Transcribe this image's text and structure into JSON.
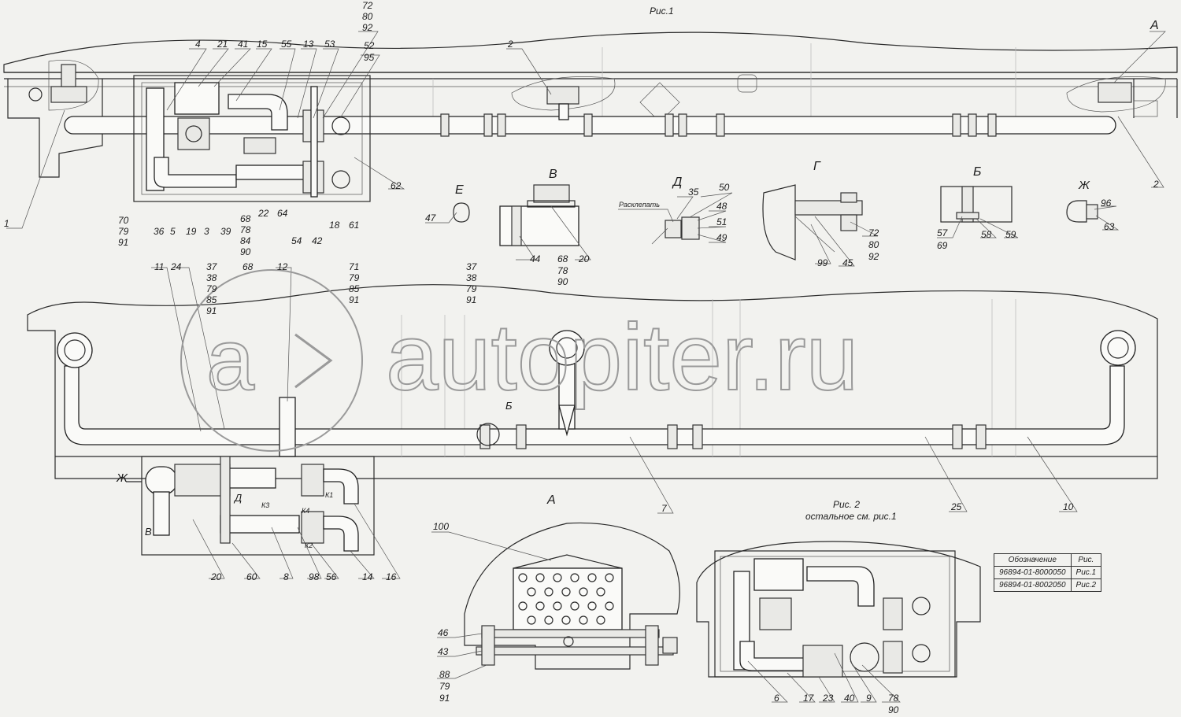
{
  "figure_titles": {
    "fig1": "Рис.1",
    "fig2": "Рис. 2",
    "fig2_note": "остальное см. рис.1"
  },
  "view_letters": {
    "A_top": "А",
    "A_detail": "А",
    "B": "В",
    "G": "Г",
    "D": "Д",
    "E": "Е",
    "Bsoft": "Б",
    "Bsoft_mark": "Б",
    "Zh": "Ж",
    "Zh_arrow": "Ж",
    "B_mark": "В",
    "D_mark": "Д"
  },
  "rivet_note": "Расклепать",
  "watermark": "autopiter.ru",
  "callouts_top": [
    "4",
    "21",
    "41",
    "15",
    "55",
    "13",
    "53",
    "52",
    "95",
    "2",
    "2",
    "1",
    "62",
    "70",
    "79",
    "91",
    "36",
    "5",
    "19",
    "3",
    "39",
    "68",
    "78",
    "84",
    "90",
    "22",
    "64",
    "54",
    "42",
    "18",
    "61"
  ],
  "callout_stack_top": [
    "72",
    "80",
    "92"
  ],
  "callouts_views": [
    "47",
    "44",
    "68",
    "78",
    "90",
    "20",
    "35",
    "50",
    "48",
    "51",
    "49",
    "72",
    "80",
    "92",
    "99",
    "45",
    "57",
    "69",
    "58",
    "59",
    "96",
    "63"
  ],
  "callouts_mid": [
    "11",
    "24",
    "37",
    "38",
    "79",
    "85",
    "91",
    "68",
    "12",
    "71",
    "79",
    "85",
    "91",
    "37",
    "38",
    "79",
    "91",
    "7",
    "25",
    "10"
  ],
  "callouts_bottom": [
    "20",
    "60",
    "8",
    "98",
    "56",
    "14",
    "16",
    "100",
    "46",
    "43",
    "88",
    "79",
    "91",
    "6",
    "17",
    "23",
    "40",
    "9",
    "78",
    "90"
  ],
  "port_labels": [
    "К1",
    "К2",
    "К3",
    "К4"
  ],
  "legend": {
    "header": [
      "Обозначение",
      "Рис."
    ],
    "rows": [
      [
        "96894-01-8000050",
        "Рис.1"
      ],
      [
        "96894-01-8002050",
        "Рис.2"
      ]
    ]
  }
}
